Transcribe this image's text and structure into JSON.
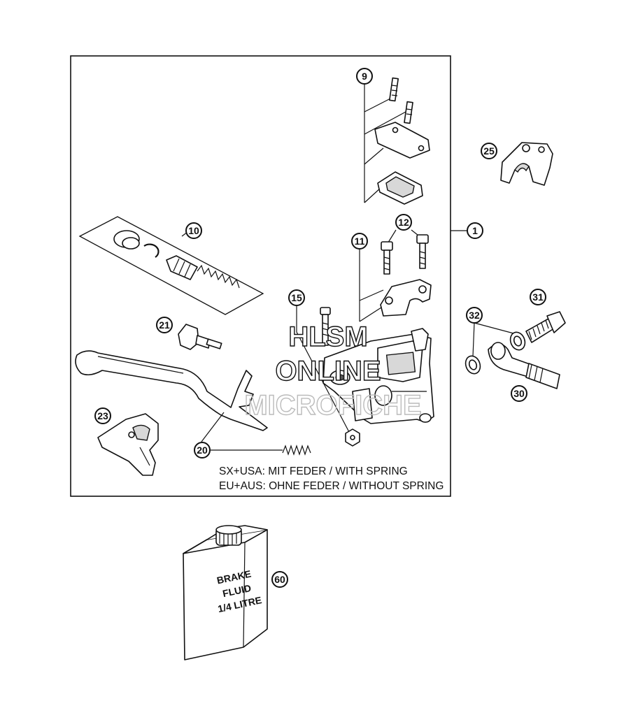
{
  "callouts": [
    "1",
    "9",
    "10",
    "11",
    "12",
    "15",
    "20",
    "21",
    "23",
    "25",
    "30",
    "31",
    "32",
    "60"
  ],
  "notes": {
    "line1": "SX+USA:  MIT FEDER / WITH SPRING",
    "line2": "EU+AUS:  OHNE FEDER / WITHOUT SPRING"
  },
  "bottle_label": [
    "BRAKE",
    "FLUID",
    "1/4 LITRE"
  ],
  "watermark": {
    "line1": "HLSM",
    "line2": "ONLINE",
    "line3": "MICROFICHE"
  }
}
